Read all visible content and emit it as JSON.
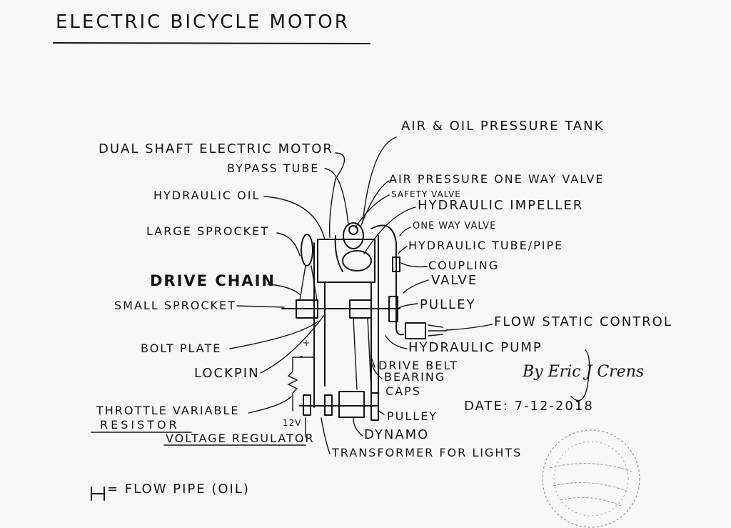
{
  "title": "ELECTRIC BICYCLE MOTOR",
  "labels": {
    "dual_shaft_motor": "DUAL SHAFT ELECTRIC MOTOR",
    "bypass_tube": "BYPASS TUBE",
    "hydraulic_oil": "HYDRAULIC OIL",
    "large_sprocket": "LARGE SPROCKET",
    "drive_chain": "DRIVE CHAIN",
    "small_sprocket": "SMALL SPROCKET",
    "bolt_plate": "BOLT PLATE",
    "lockpin": "LOCKPIN",
    "throttle": "THROTTLE VARIABLE",
    "resistor": "RESISTOR",
    "voltage_regulator": "VOLTAGE REGULATOR",
    "twelve_v": "12V",
    "air_oil_tank": "AIR & OIL PRESSURE TANK",
    "air_valve": "AIR PRESSURE ONE WAY VALVE",
    "safety_valve": "SAFETY VALVE",
    "hydraulic_impeller": "HYDRAULIC IMPELLER",
    "one_way_valve": "ONE WAY VALVE",
    "hydraulic_tube": "HYDRAULIC TUBE/PIPE",
    "coupling": "COUPLING",
    "valve": "VALVE",
    "pulley_top": "PULLEY",
    "flow_static": "FLOW STATIC CONTROL",
    "hydraulic_pump": "HYDRAULIC PUMP",
    "drive_belt": "DRIVE BELT",
    "bearing": "BEARING",
    "caps": "CAPS",
    "pulley_bottom": "PULLEY",
    "dynamo": "DYNAMO",
    "transformer": "TRANSFORMER FOR LIGHTS",
    "date": "DATE: 7-12-2018",
    "signature": "By Eric J Crens",
    "legend_symbol": "H",
    "legend": "= FLOW PIPE (OIL)",
    "plus": "+",
    "minus": "-"
  }
}
